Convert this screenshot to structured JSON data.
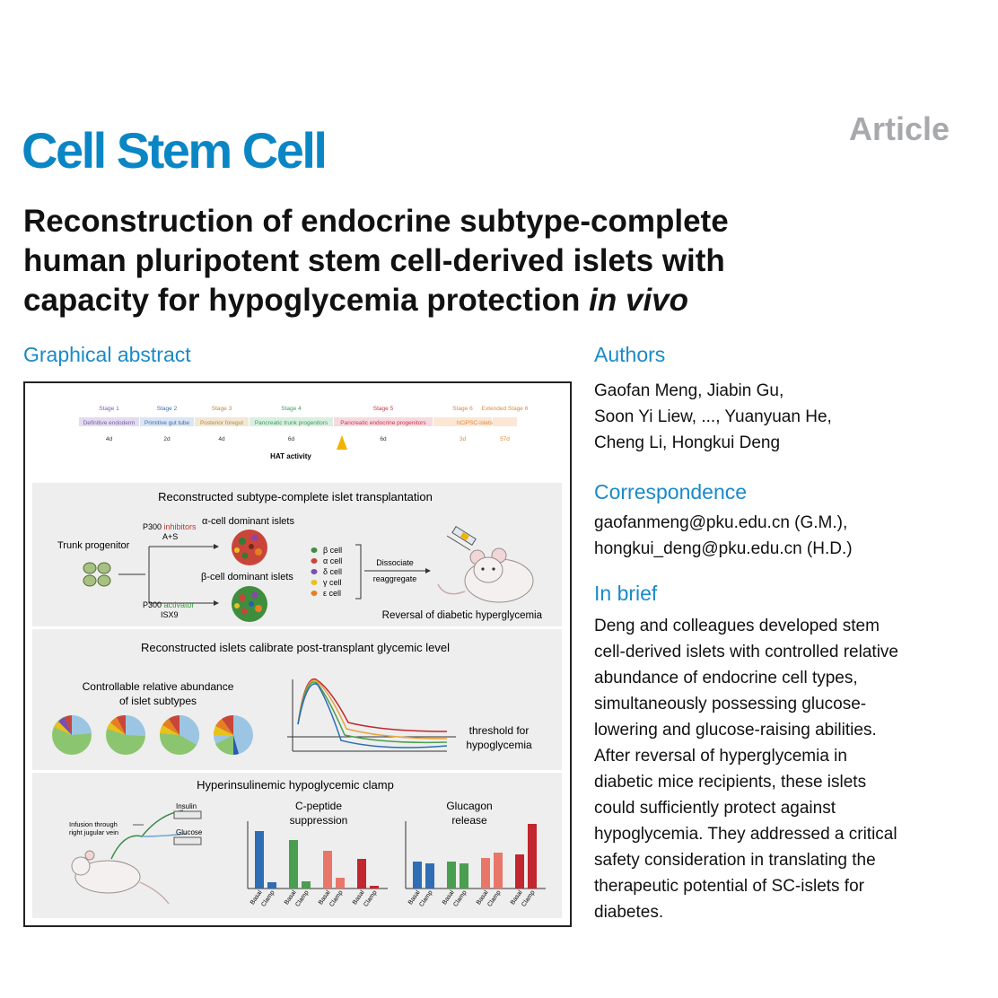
{
  "header": {
    "article_tag": "Article",
    "journal": "Cell Stem Cell",
    "title_line1": "Reconstruction of endocrine subtype-complete",
    "title_line2": "human pluripotent stem cell-derived islets with",
    "title_line3_main": "capacity for hypoglycemia protection ",
    "title_line3_italic": "in vivo"
  },
  "graphical_abstract": {
    "heading": "Graphical abstract",
    "stages": [
      {
        "stage": "Stage 1",
        "name": "Definitive endoderm",
        "duration": "4d",
        "color": "#7a5fa6",
        "fill": "#e3dcef"
      },
      {
        "stage": "Stage 2",
        "name": "Primitive gut tube",
        "duration": "2d",
        "color": "#3d6fb6",
        "fill": "#dbe5f3"
      },
      {
        "stage": "Stage 3",
        "name": "Posterior foregut",
        "duration": "4d",
        "color": "#b98a3e",
        "fill": "#f2e8d6"
      },
      {
        "stage": "Stage 4",
        "name": "Pancreatic trunk progenitors",
        "duration": "6d",
        "color": "#3f9e5f",
        "fill": "#daefe0"
      },
      {
        "stage": "Stage 5",
        "name": "Pancreatic endocrine progenitors",
        "duration": "6d",
        "color": "#c7374a",
        "fill": "#f5dbe0"
      },
      {
        "stage": "Stage 6",
        "name": "",
        "duration": "3d",
        "color": "#e08a3a",
        "fill": "#fbe7d4"
      },
      {
        "stage": "Extended Stage 6",
        "name": "",
        "duration": "57d",
        "color": "#e08a3a",
        "fill": "#fbe7d4"
      }
    ],
    "stage6_name": "hCiPSC-islets",
    "hat_label": "HAT activity",
    "panel1": {
      "title": "Reconstructed subtype-complete islet transplantation",
      "trunk": "Trunk progenitor",
      "p300_inh_prefix": "P300 ",
      "p300_inh_word": "inhibitors",
      "as": "A+S",
      "alpha_dominant": "α-cell dominant islets",
      "beta_dominant": "β-cell dominant islets",
      "p300_act_prefix": "P300 ",
      "p300_act_word": "activator",
      "isx9": "ISX9",
      "legend": [
        "β cell",
        "α cell",
        "δ cell",
        "γ cell",
        "ε cell"
      ],
      "dissociate": "Dissociate",
      "reaggregate": "reaggregate",
      "reversal": "Reversal of diabetic hyperglycemia"
    },
    "panel2": {
      "title": "Reconstructed islets calibrate post-transplant glycemic level",
      "abundance_line1": "Controllable relative abundance",
      "abundance_line2": "of islet subtypes",
      "threshold_line1": "threshold for",
      "threshold_line2": "hypoglycemia"
    },
    "panel3": {
      "title": "Hyperinsulinemic hypoglycemic clamp",
      "insulin": "Insulin",
      "glucose": "Glucose",
      "infusion_line1": "Infusion through",
      "infusion_line2": "right jugular vein",
      "cpeptide_line1": "C-peptide",
      "cpeptide_line2": "suppression",
      "glucagon_line1": "Glucagon",
      "glucagon_line2": "release",
      "basal": "Basal",
      "clamp": "Clamp"
    },
    "colors": {
      "blue": "#2f6db5",
      "green": "#4a9e4f",
      "salmon": "#e8776a",
      "red": "#c2262e",
      "panel_bg": "#eeeeee"
    }
  },
  "authors": {
    "heading": "Authors",
    "line1": "Gaofan Meng, Jiabin Gu,",
    "line2": "Soon Yi Liew, ..., Yuanyuan He,",
    "line3": "Cheng Li, Hongkui Deng"
  },
  "correspondence": {
    "heading": "Correspondence",
    "line1": "gaofanmeng@pku.edu.cn (G.M.),",
    "line2": "hongkui_deng@pku.edu.cn (H.D.)"
  },
  "in_brief": {
    "heading": "In brief",
    "lines": [
      "Deng and colleagues developed stem",
      "cell-derived islets with controlled relative",
      "abundance of endocrine cell types,",
      "simultaneously possessing glucose-",
      "lowering and glucose-raising abilities.",
      "After reversal of hyperglycemia in",
      "diabetic mice recipients, these islets",
      "could sufficiently protect against",
      "hypoglycemia. They addressed a critical",
      "safety consideration in translating the",
      "therapeutic potential of SC-islets for",
      "diabetes."
    ]
  }
}
